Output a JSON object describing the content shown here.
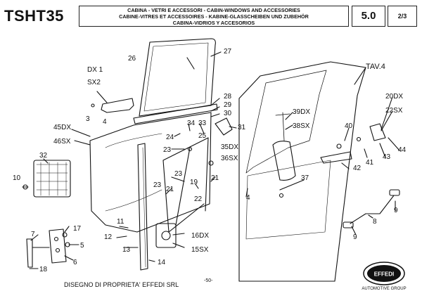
{
  "header": {
    "code": "TSHT35",
    "title_lines": [
      "CABINA - VETRI E ACCESSORI - CABIN-WINDOWS AND ACCESSORIES",
      "CABINE-VITRES ET ACCESSOIRES - KABINE-GLASSCHEIBEN UND ZUBEHÖR",
      "CABINA-VIDRIOS Y ACCESORIOS"
    ],
    "section": "5.0",
    "page": "2/3"
  },
  "diagram": {
    "tav": "TAV.4",
    "labels": {
      "dx1": "DX 1",
      "sx2": "SX2",
      "n3": "3",
      "n4a": "4",
      "n26": "26",
      "n27": "27",
      "n28": "28",
      "n29": "29",
      "n30": "30",
      "n31": "31",
      "n34": "34",
      "n33": "33",
      "n24": "24",
      "n25": "25",
      "n35dx": "35DX",
      "n36sx": "36SX",
      "n23a": "23",
      "n45dx": "45DX",
      "n46sx": "46SX",
      "n32": "32",
      "n10": "10",
      "n23b": "23",
      "n19": "19",
      "n21a": "21",
      "n21b": "21",
      "n22": "22",
      "n23c": "23",
      "n11": "11",
      "n12": "12",
      "n16dx": "16DX",
      "n15sx": "15SX",
      "n13": "13",
      "n14": "14",
      "n7": "7",
      "n17": "17",
      "n5": "5",
      "n6": "6",
      "n18": "18",
      "n39dx": "39DX",
      "n38sx": "38SX",
      "n40": "40",
      "n41": "41",
      "n42": "42",
      "n43": "43",
      "n44": "44",
      "n20dx": "20DX",
      "n22sx": "22SX",
      "n37": "37",
      "n4b": "4",
      "n9a": "9",
      "n8": "8",
      "n9b": "9"
    }
  },
  "footer": {
    "ownership": "DISEGNO DI PROPRIETA' EFFEDI SRL",
    "page_number": "-50-",
    "logo_text": "EFFEDI",
    "logo_caption": "AUTOMOTIVE GROUP"
  }
}
